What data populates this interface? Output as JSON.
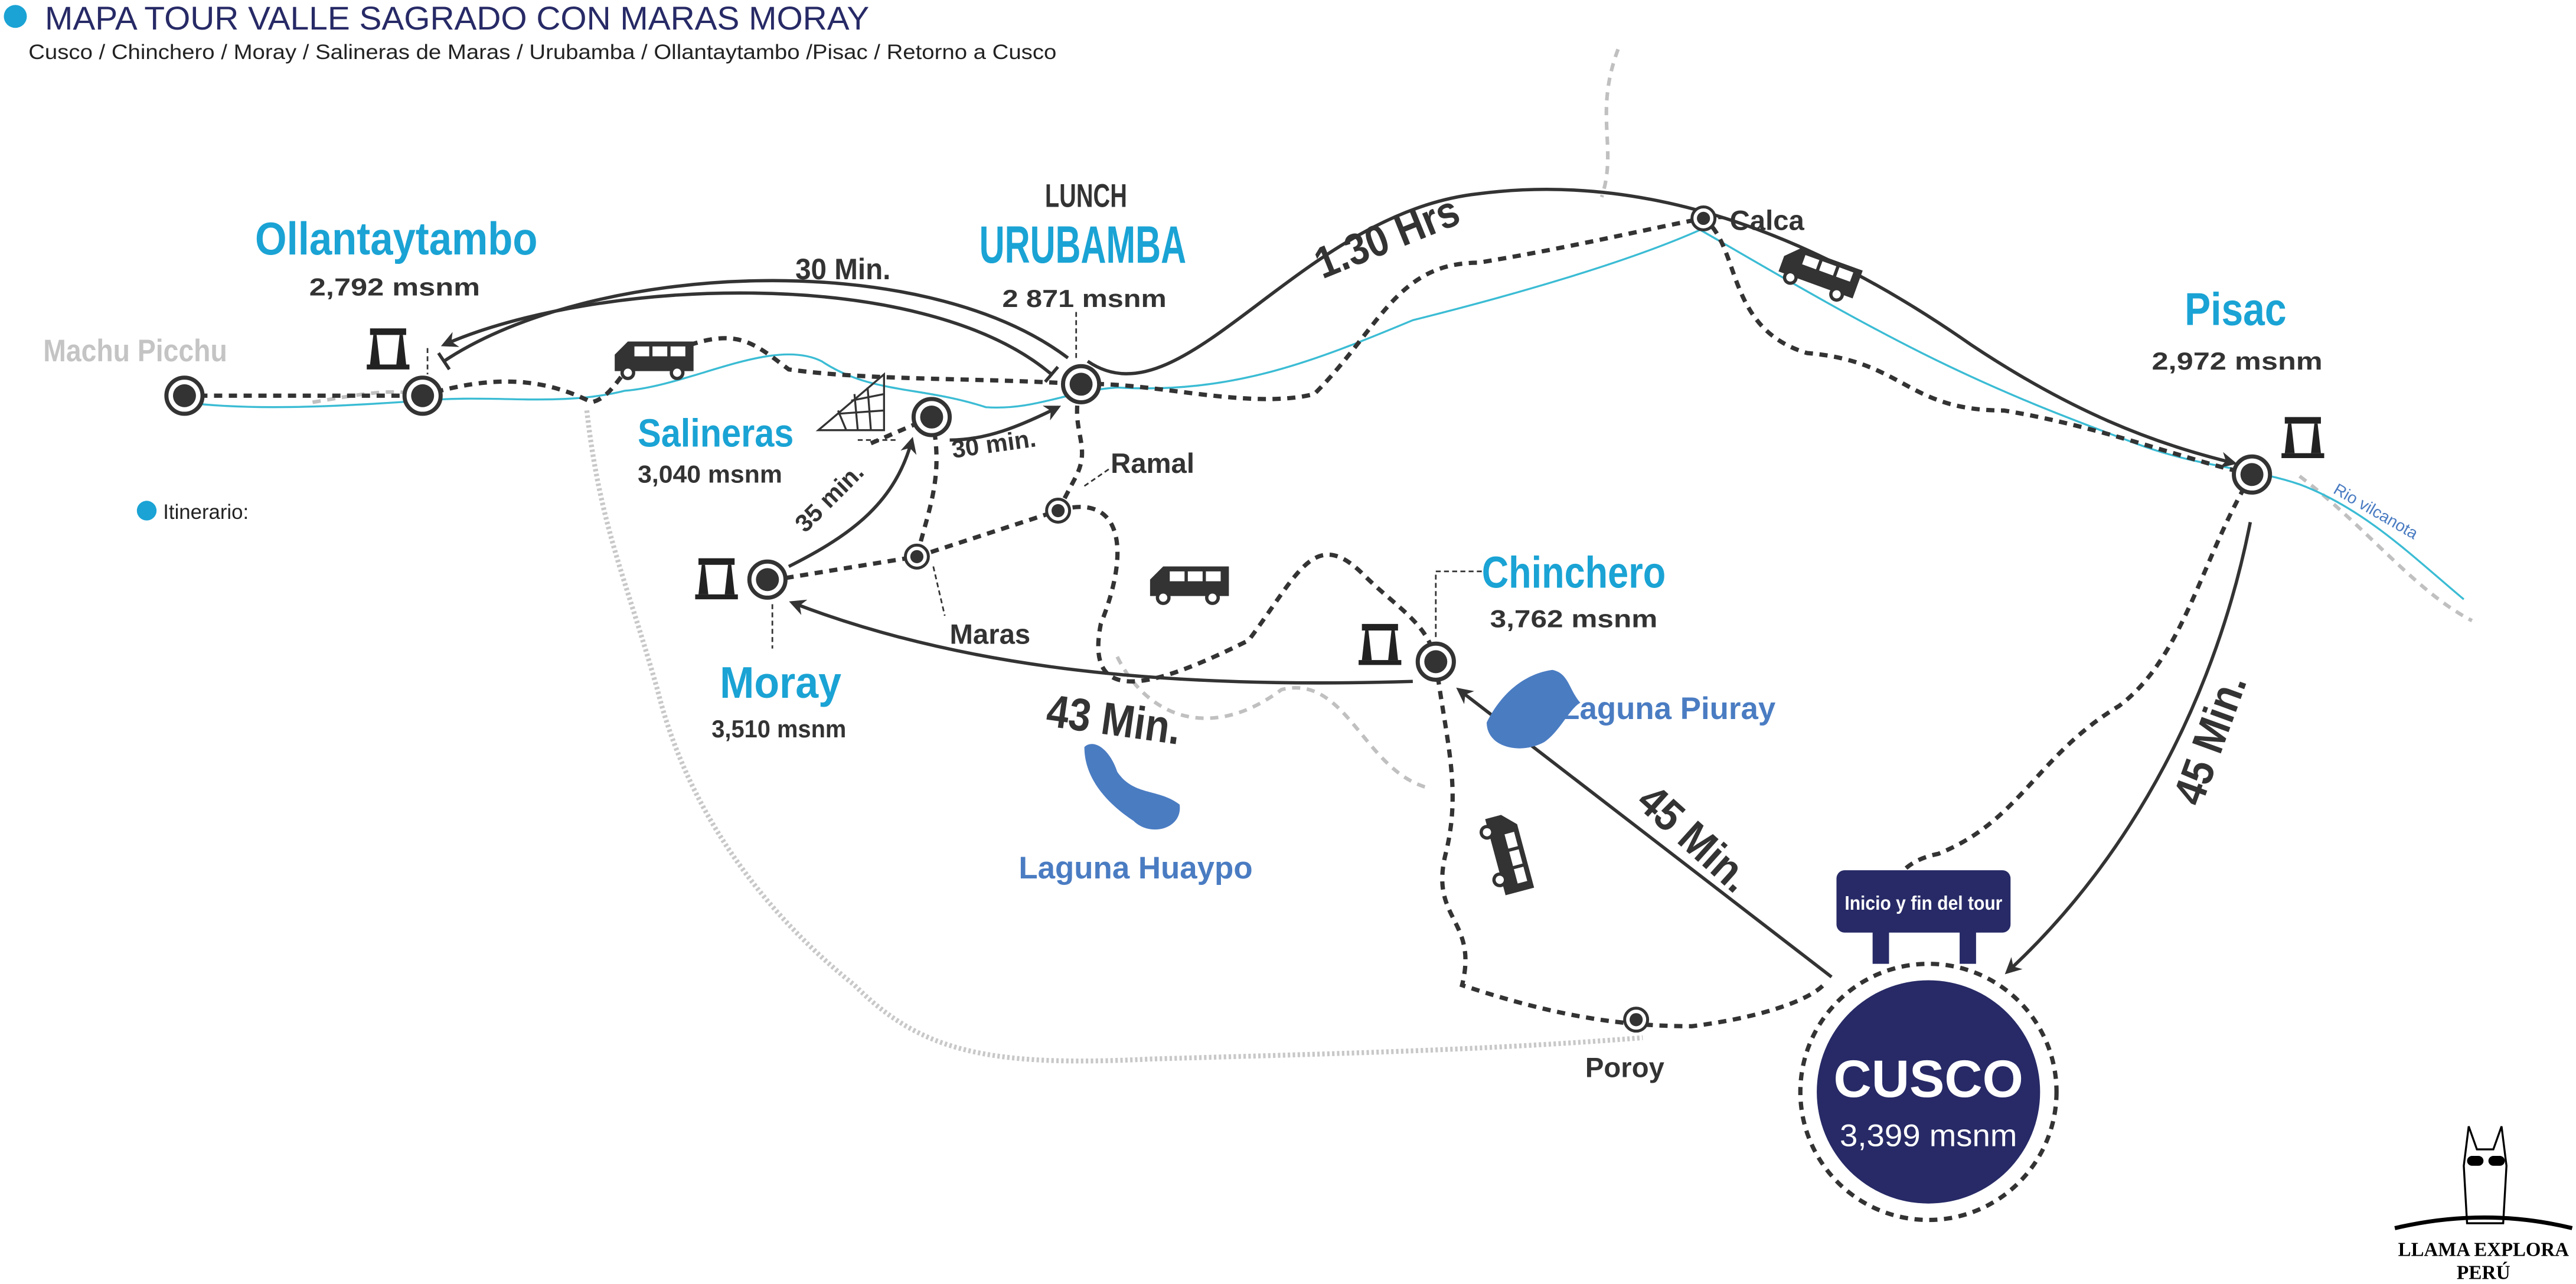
{
  "header": {
    "title": "MAPA TOUR VALLE SAGRADO CON MARAS MORAY",
    "subtitle": "Cusco / Chinchero / Moray / Salineras de Maras / Urubamba / Ollantaytambo /Pisac  / Retorno a Cusco"
  },
  "legend": {
    "itinerary_label": "Itinerario:"
  },
  "places": {
    "machu_picchu": {
      "name": "Machu Picchu"
    },
    "ollantaytambo": {
      "name": "Ollantaytambo",
      "altitude": "2,792 msnm"
    },
    "urubamba": {
      "note": "LUNCH",
      "name": "URUBAMBA",
      "altitude": "2 871 msnm"
    },
    "salineras": {
      "name": "Salineras",
      "altitude": "3,040 msnm"
    },
    "moray": {
      "name": "Moray",
      "altitude": "3,510 msnm"
    },
    "maras": {
      "name": "Maras"
    },
    "ramal": {
      "name": "Ramal"
    },
    "chinchero": {
      "name": "Chinchero",
      "altitude": "3,762 msnm"
    },
    "calca": {
      "name": "Calca"
    },
    "pisac": {
      "name": "Pisac",
      "altitude": "2,972 msnm"
    },
    "poroy": {
      "name": "Poroy"
    },
    "cusco": {
      "name": "CUSCO",
      "altitude": "3,399 msnm"
    }
  },
  "lakes": {
    "piuray": "Laguna Piuray",
    "huaypo": "Laguna Huaypo"
  },
  "river": "Rio vilcanota",
  "sign": "Inicio y fin del tour",
  "durations": {
    "cusco_chinchero": "45 Min.",
    "chinchero_moray": "43 Min.",
    "moray_salineras": "35 min.",
    "salineras_urubamba": "30 min.",
    "urubamba_ollantaytambo": "30 Min.",
    "ollantaytambo_pisac": "1.30 Hrs",
    "pisac_cusco": "45 Min."
  },
  "logo": {
    "line1": "LLAMA EXPLORA",
    "line2": "PERÚ"
  },
  "colors": {
    "navy": "#272a66",
    "cyan": "#1aa3d4",
    "dark": "#333333",
    "lake": "#4a7cc2"
  }
}
